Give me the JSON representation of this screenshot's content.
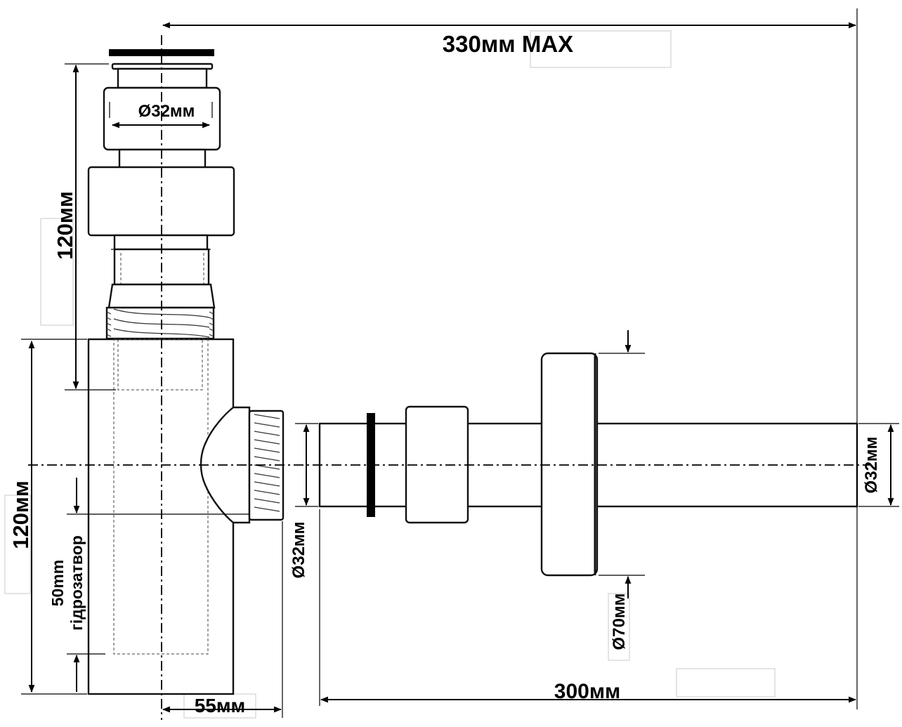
{
  "dimensions": {
    "total_length": "330мм MAX",
    "inlet_diameter": "Ø32мм",
    "top_height": "120мм",
    "bottom_height": "120мм",
    "water_seal_value": "50mm",
    "water_seal_label": "гідрозатвор",
    "bottle_offset": "55мм",
    "outlet_diameter_left": "Ø32мм",
    "flange_diameter": "Ø70мм",
    "outlet_diameter_right": "Ø32мм",
    "pipe_length": "300мм"
  },
  "colors": {
    "line": "#000000",
    "background": "#ffffff"
  }
}
